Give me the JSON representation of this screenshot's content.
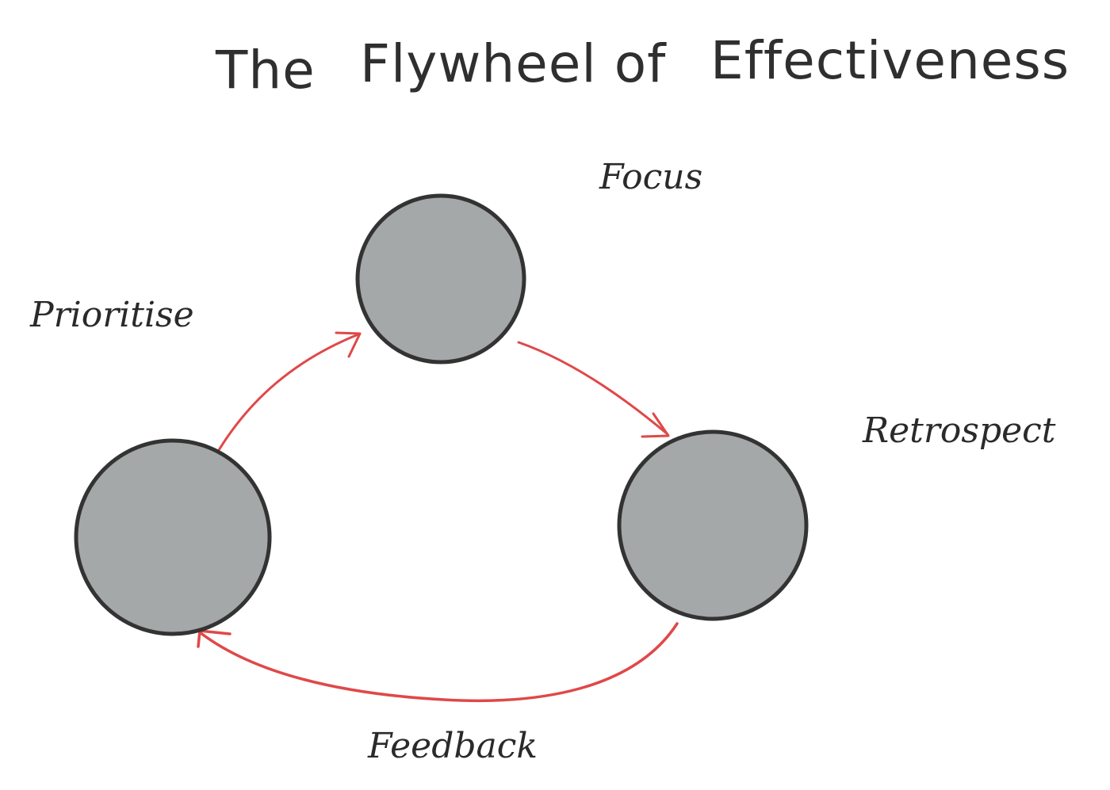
{
  "title": {
    "word1": "The",
    "word2": "Flywheel of",
    "word3": "Effectiveness"
  },
  "nodes": [
    {
      "id": "focus",
      "label": "Focus"
    },
    {
      "id": "retrospect",
      "label": "Retrospect"
    },
    {
      "id": "prioritise",
      "label": "Prioritise"
    }
  ],
  "edge_label": "Feedback",
  "colors": {
    "circle_fill": "#a5a8a8",
    "circle_stroke": "#333333",
    "arrow": "#e04848",
    "text": "#2f2f2f"
  }
}
